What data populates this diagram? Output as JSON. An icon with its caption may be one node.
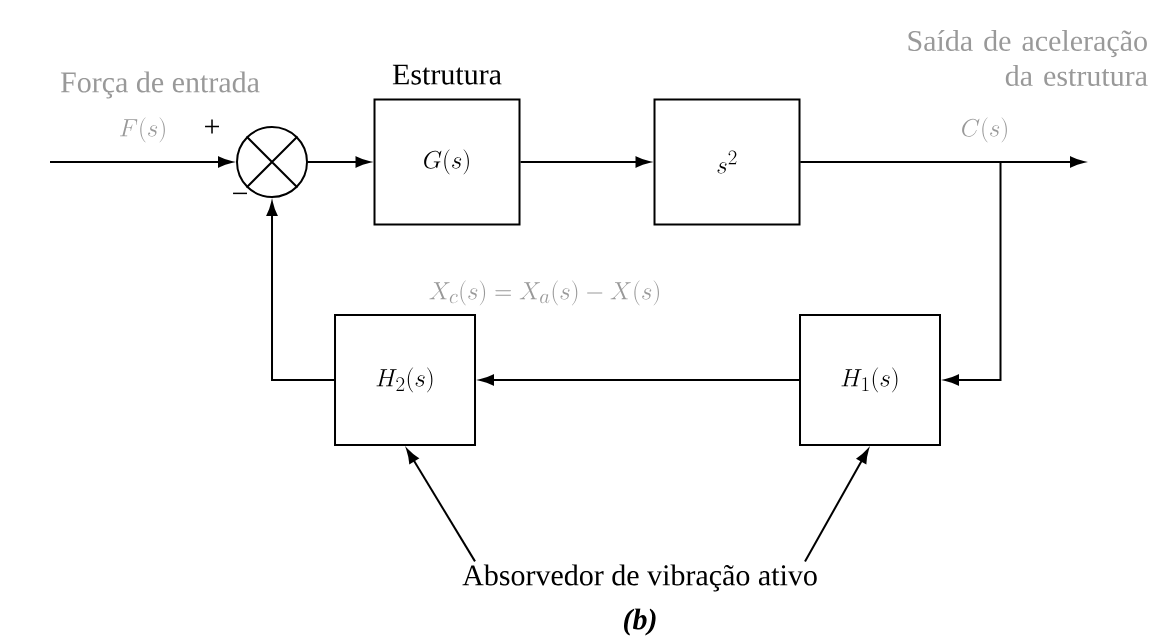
{
  "diagram": {
    "nodes": [
      {
        "text": [],
        "shape": "circle"
      },
      {
        "text": [
          "Estrutura",
          "G(s)"
        ]
      },
      {
        "text": [
          "s^2"
        ]
      },
      {
        "text": [
          "H_1(s)"
        ]
      },
      {
        "text": [
          "H_2(s)"
        ]
      },
      {
        "text": [
          "Absorvedor de vibração ativo"
        ]
      }
    ],
    "edges": [
      {
        "from": null,
        "to": 0,
        "arrow": "to"
      },
      {
        "from": 0,
        "to": 1,
        "arrow": "to"
      },
      {
        "from": 1,
        "to": 2,
        "arrow": "to"
      },
      {
        "from": 2,
        "to": null,
        "arrow": "to"
      },
      {
        "from": 2,
        "to": 3,
        "arrow": "to"
      },
      {
        "from": 3,
        "to": 4,
        "arrow": "to"
      },
      {
        "from": 4,
        "to": 0,
        "arrow": "to"
      },
      {
        "from": 5,
        "to": 4,
        "arrow": "to"
      },
      {
        "from": 5,
        "to": 3,
        "arrow": "to"
      }
    ],
    "labels": [
      "Força de entrada",
      "F(s)",
      "+",
      "−",
      "Saída de aceleração da estrutura",
      "C(s)",
      "X_c(s)= X_a(s)-X(s)",
      "(b)"
    ]
  }
}
